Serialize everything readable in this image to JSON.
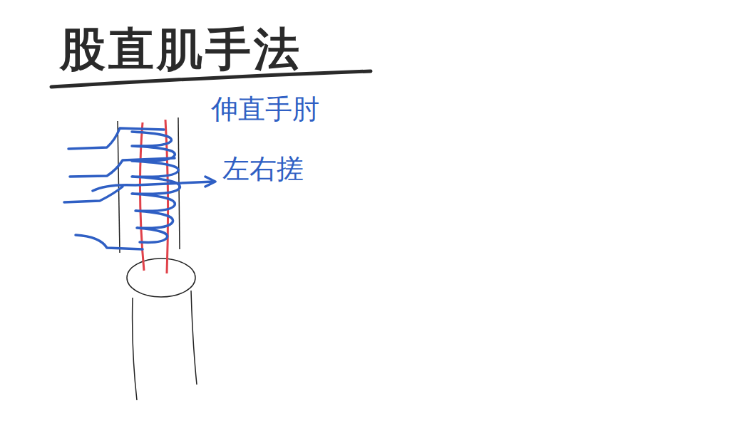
{
  "diagram": {
    "title": "股直肌手法",
    "labels": [
      "伸直手肘",
      "左右搓"
    ]
  }
}
